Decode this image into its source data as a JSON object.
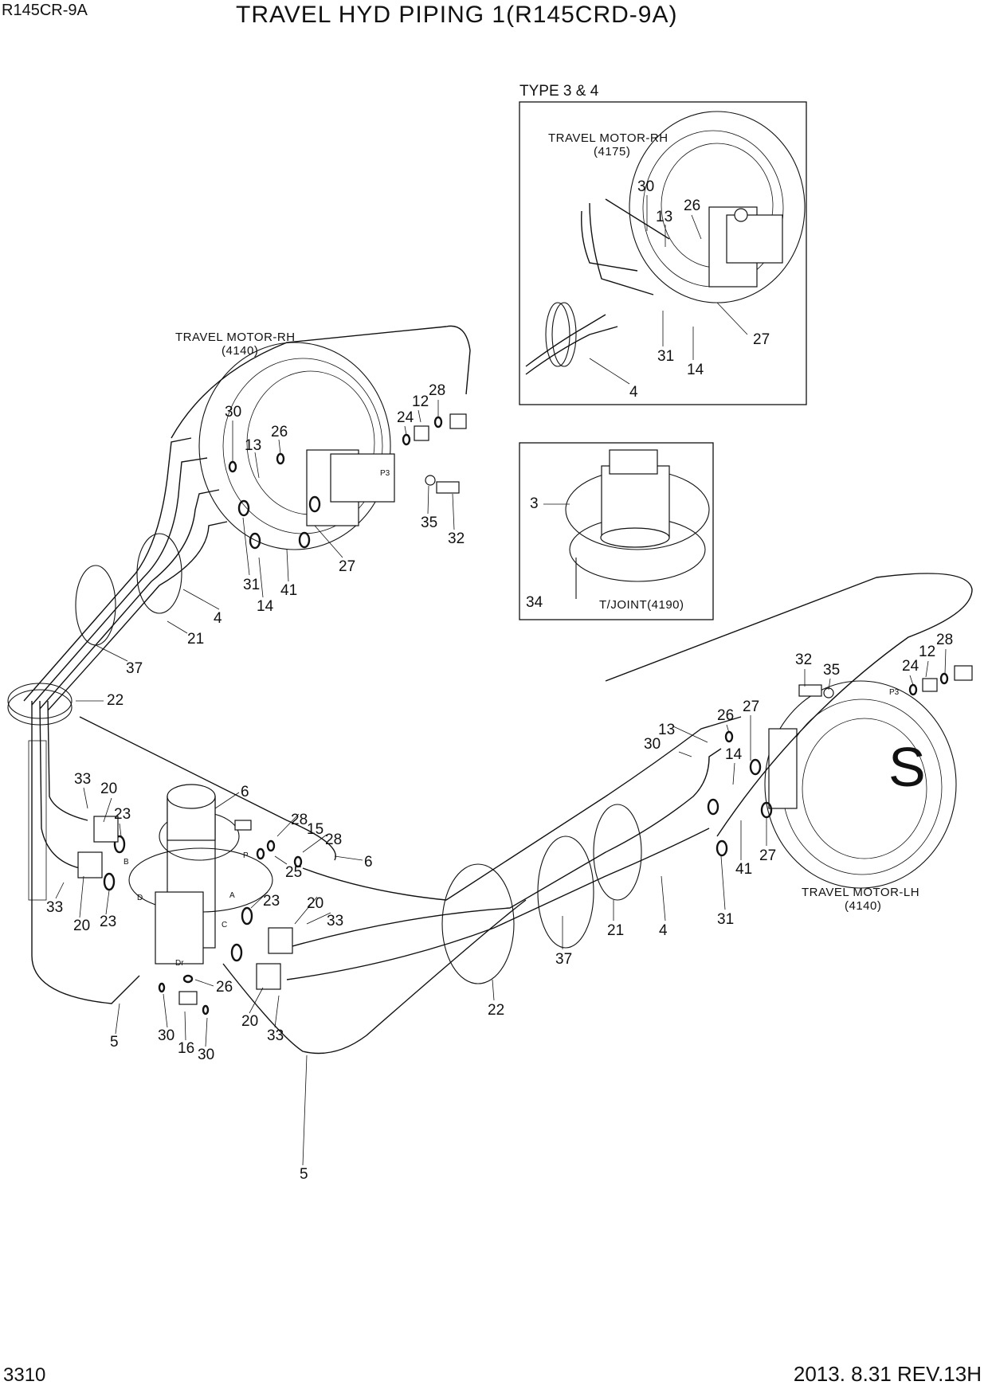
{
  "header": {
    "model": "R145CR-9A",
    "title": "TRAVEL HYD PIPING 1(R145CRD-9A)"
  },
  "footer": {
    "page_number": "3310",
    "revision": "2013. 8.31  REV.13H"
  },
  "insets": {
    "type34": {
      "heading": "TYPE 3 & 4",
      "motor_name": "TRAVEL MOTOR-RH",
      "motor_code": "(4175)",
      "callouts": [
        "30",
        "13",
        "26",
        "27",
        "31",
        "14",
        "4"
      ]
    },
    "joint": {
      "part_name": "T/JOINT(4190)",
      "callouts": [
        "3",
        "34"
      ]
    }
  },
  "main": {
    "motor_rh": {
      "name": "TRAVEL MOTOR-RH",
      "code": "(4140)",
      "port": "P3"
    },
    "motor_lh": {
      "name": "TRAVEL MOTOR-LH",
      "code": "(4140)",
      "port": "P3"
    },
    "swivel_ports": [
      "B",
      "D",
      "A",
      "C",
      "P",
      "Dr"
    ],
    "callouts": {
      "rh_30": "30",
      "rh_13": "13",
      "rh_26": "26",
      "rh_24": "24",
      "rh_12": "12",
      "rh_28": "28",
      "rh_35": "35",
      "rh_32": "32",
      "rh_31": "31",
      "rh_14": "14",
      "rh_41": "41",
      "rh_27": "27",
      "rh_4": "4",
      "rh_21": "21",
      "rh_37": "37",
      "c_22a": "22",
      "lh_32": "32",
      "lh_35": "35",
      "lh_24": "24",
      "lh_12": "12",
      "lh_28": "28",
      "lh_13": "13",
      "lh_26": "26",
      "lh_27a": "27",
      "lh_30": "30",
      "lh_14": "14",
      "lh_41": "41",
      "lh_27b": "27",
      "lh_31": "31",
      "lh_4": "4",
      "lh_21": "21",
      "c_37": "37",
      "c_22b": "22",
      "sw_6a": "6",
      "sw_28a": "28",
      "sw_15": "15",
      "sw_28b": "28",
      "sw_25": "25",
      "sw_6b": "6",
      "l_33a": "33",
      "l_20a": "20",
      "l_23a": "23",
      "l_33b": "33",
      "l_20b": "20",
      "l_23b": "23",
      "r_23": "23",
      "r_20a": "20",
      "r_33a": "33",
      "r_20b": "20",
      "r_33b": "33",
      "b_26": "26",
      "b_30a": "30",
      "b_16": "16",
      "b_30b": "30",
      "b_5a": "5",
      "b_5b": "5"
    }
  }
}
